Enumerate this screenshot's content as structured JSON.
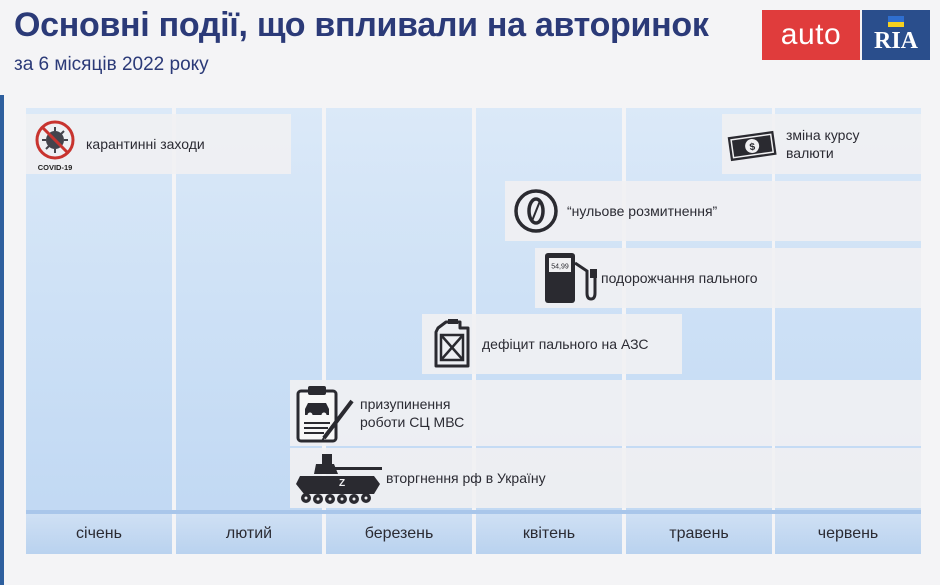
{
  "header": {
    "title": "Основні події, що впливали на авторинок",
    "subtitle": "за 6 місяців 2022 року"
  },
  "logo": {
    "left_text": "auto",
    "right_text": "RIA",
    "flag_colors": [
      "#2f6fd0",
      "#f7d11e"
    ]
  },
  "colors": {
    "title": "#2b3a78",
    "logo_red": "#e03c3c",
    "logo_blue": "#2a4e8c",
    "column": "#c9def5",
    "event_box": "#f0f0f2",
    "covid_red": "#c8342f"
  },
  "timeline": {
    "months": [
      "січень",
      "лютий",
      "березень",
      "квітень",
      "травень",
      "червень"
    ]
  },
  "events": [
    {
      "icon": "covid-icon",
      "icon_caption": "COVID-19",
      "label": "карантинні заходи"
    },
    {
      "icon": "money-icon",
      "label_line1": "зміна курсу",
      "label_line2": "валюти"
    },
    {
      "icon": "zero-icon",
      "label": "“нульове розмитнення”"
    },
    {
      "icon": "fuel-pump-icon",
      "pump_price": "54,99",
      "label": "подорожчання пального"
    },
    {
      "icon": "jerrycan-icon",
      "label": "дефіцит пального на АЗС"
    },
    {
      "icon": "clipboard-car-icon",
      "label_line1": "призупинення",
      "label_line2": "роботи СЦ МВС"
    },
    {
      "icon": "tank-icon",
      "tank_mark": "Z",
      "label": "вторгнення рф в Україну"
    }
  ]
}
